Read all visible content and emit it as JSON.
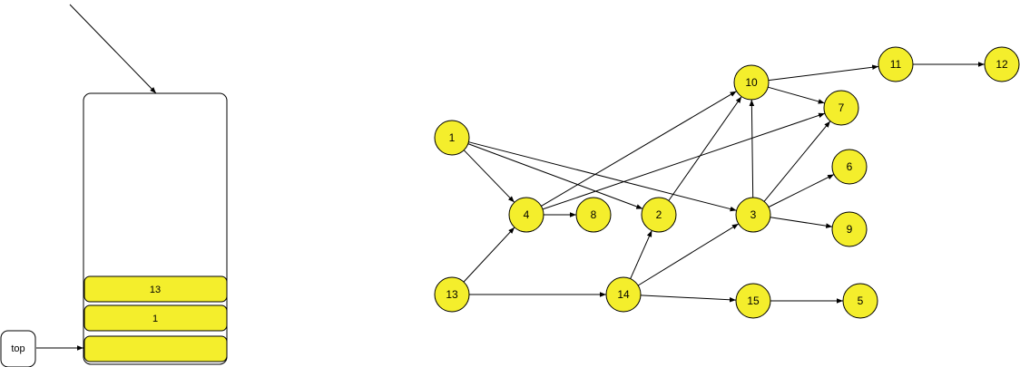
{
  "stack": {
    "pointer_label": "top",
    "cells": [
      "13",
      "1",
      ""
    ]
  },
  "graph": {
    "nodes": [
      "1",
      "2",
      "3",
      "4",
      "5",
      "6",
      "7",
      "8",
      "9",
      "10",
      "11",
      "12",
      "13",
      "14",
      "15"
    ],
    "edges": [
      [
        "1",
        "4"
      ],
      [
        "1",
        "2"
      ],
      [
        "1",
        "3"
      ],
      [
        "4",
        "8"
      ],
      [
        "4",
        "10"
      ],
      [
        "4",
        "7"
      ],
      [
        "2",
        "10"
      ],
      [
        "3",
        "10"
      ],
      [
        "3",
        "7"
      ],
      [
        "3",
        "6"
      ],
      [
        "3",
        "9"
      ],
      [
        "10",
        "7"
      ],
      [
        "10",
        "11"
      ],
      [
        "11",
        "12"
      ],
      [
        "13",
        "4"
      ],
      [
        "13",
        "14"
      ],
      [
        "14",
        "2"
      ],
      [
        "14",
        "3"
      ],
      [
        "14",
        "15"
      ],
      [
        "15",
        "5"
      ]
    ]
  },
  "colors": {
    "node_fill": "#f4ee2c",
    "stroke": "#000000"
  }
}
